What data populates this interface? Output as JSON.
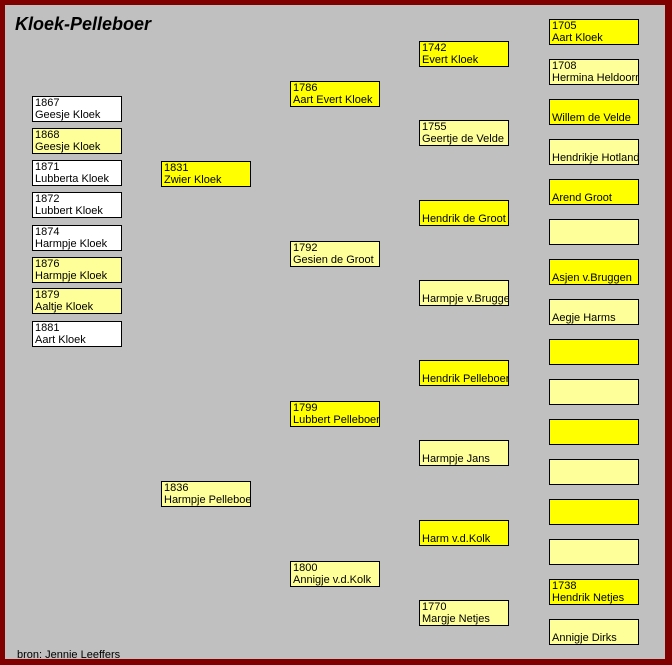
{
  "title": "Kloek-Pelleboer",
  "source": "bron: Jennie Leeffers",
  "colors": {
    "male": "#ffff00",
    "female": "#ffff99",
    "child": "#ffffff",
    "frame": "#800000",
    "background": "#c0c0c0"
  },
  "children": [
    {
      "year": "1867",
      "name": "Geesje Kloek",
      "type": "w"
    },
    {
      "year": "1868",
      "name": "Geesje Kloek",
      "type": "f"
    },
    {
      "year": "1871",
      "name": "Lubberta Kloek",
      "type": "w"
    },
    {
      "year": "1872",
      "name": "Lubbert Kloek",
      "type": "w"
    },
    {
      "year": "1874",
      "name": "Harmpje Kloek",
      "type": "w"
    },
    {
      "year": "1876",
      "name": "Harmpje Kloek",
      "type": "f"
    },
    {
      "year": "1879",
      "name": "Aaltje Kloek",
      "type": "f"
    },
    {
      "year": "1881",
      "name": "Aart Kloek",
      "type": "w"
    }
  ],
  "gen1": [
    {
      "year": "1831",
      "name": "Zwier Kloek",
      "type": "m"
    },
    {
      "year": "1836",
      "name": "Harmpje Pelleboer",
      "type": "f"
    }
  ],
  "gen2": [
    {
      "year": "1786",
      "name": "Aart Evert Kloek",
      "type": "m"
    },
    {
      "year": "1792",
      "name": "Gesien de Groot",
      "type": "f"
    },
    {
      "year": "1799",
      "name": "Lubbert Pelleboer",
      "type": "m"
    },
    {
      "year": "1800",
      "name": "Annigje v.d.Kolk",
      "type": "f"
    }
  ],
  "gen3": [
    {
      "year": "1742",
      "name": "Evert Kloek",
      "type": "m"
    },
    {
      "year": "1755",
      "name": "Geertje de Velde",
      "type": "f"
    },
    {
      "year": "",
      "name": "Hendrik de Groot",
      "type": "m"
    },
    {
      "year": "",
      "name": "Harmpje v.Bruggen",
      "type": "f"
    },
    {
      "year": "",
      "name": "Hendrik Pelleboer",
      "type": "m"
    },
    {
      "year": "",
      "name": "Harmpje Jans",
      "type": "f"
    },
    {
      "year": "",
      "name": "Harm v.d.Kolk",
      "type": "m"
    },
    {
      "year": "1770",
      "name": "Margje Netjes",
      "type": "f"
    }
  ],
  "gen4": [
    {
      "year": "1705",
      "name": "Aart Kloek",
      "type": "m"
    },
    {
      "year": "1708",
      "name": "Hermina Heldoorn",
      "type": "f"
    },
    {
      "year": "",
      "name": "Willem de Velde",
      "type": "m"
    },
    {
      "year": "",
      "name": "Hendrikje Hotland",
      "type": "f"
    },
    {
      "year": "",
      "name": "Arend Groot",
      "type": "m"
    },
    {
      "year": "",
      "name": "",
      "type": "f"
    },
    {
      "year": "",
      "name": "Asjen v.Bruggen",
      "type": "m"
    },
    {
      "year": "",
      "name": "Aegje Harms",
      "type": "f"
    },
    {
      "year": "",
      "name": "",
      "type": "m"
    },
    {
      "year": "",
      "name": "",
      "type": "f"
    },
    {
      "year": "",
      "name": "",
      "type": "m"
    },
    {
      "year": "",
      "name": "",
      "type": "f"
    },
    {
      "year": "",
      "name": "",
      "type": "m"
    },
    {
      "year": "",
      "name": "",
      "type": "f"
    },
    {
      "year": "1738",
      "name": "Hendrik Netjes",
      "type": "m"
    },
    {
      "year": "",
      "name": "Annigje Dirks",
      "type": "f"
    }
  ]
}
